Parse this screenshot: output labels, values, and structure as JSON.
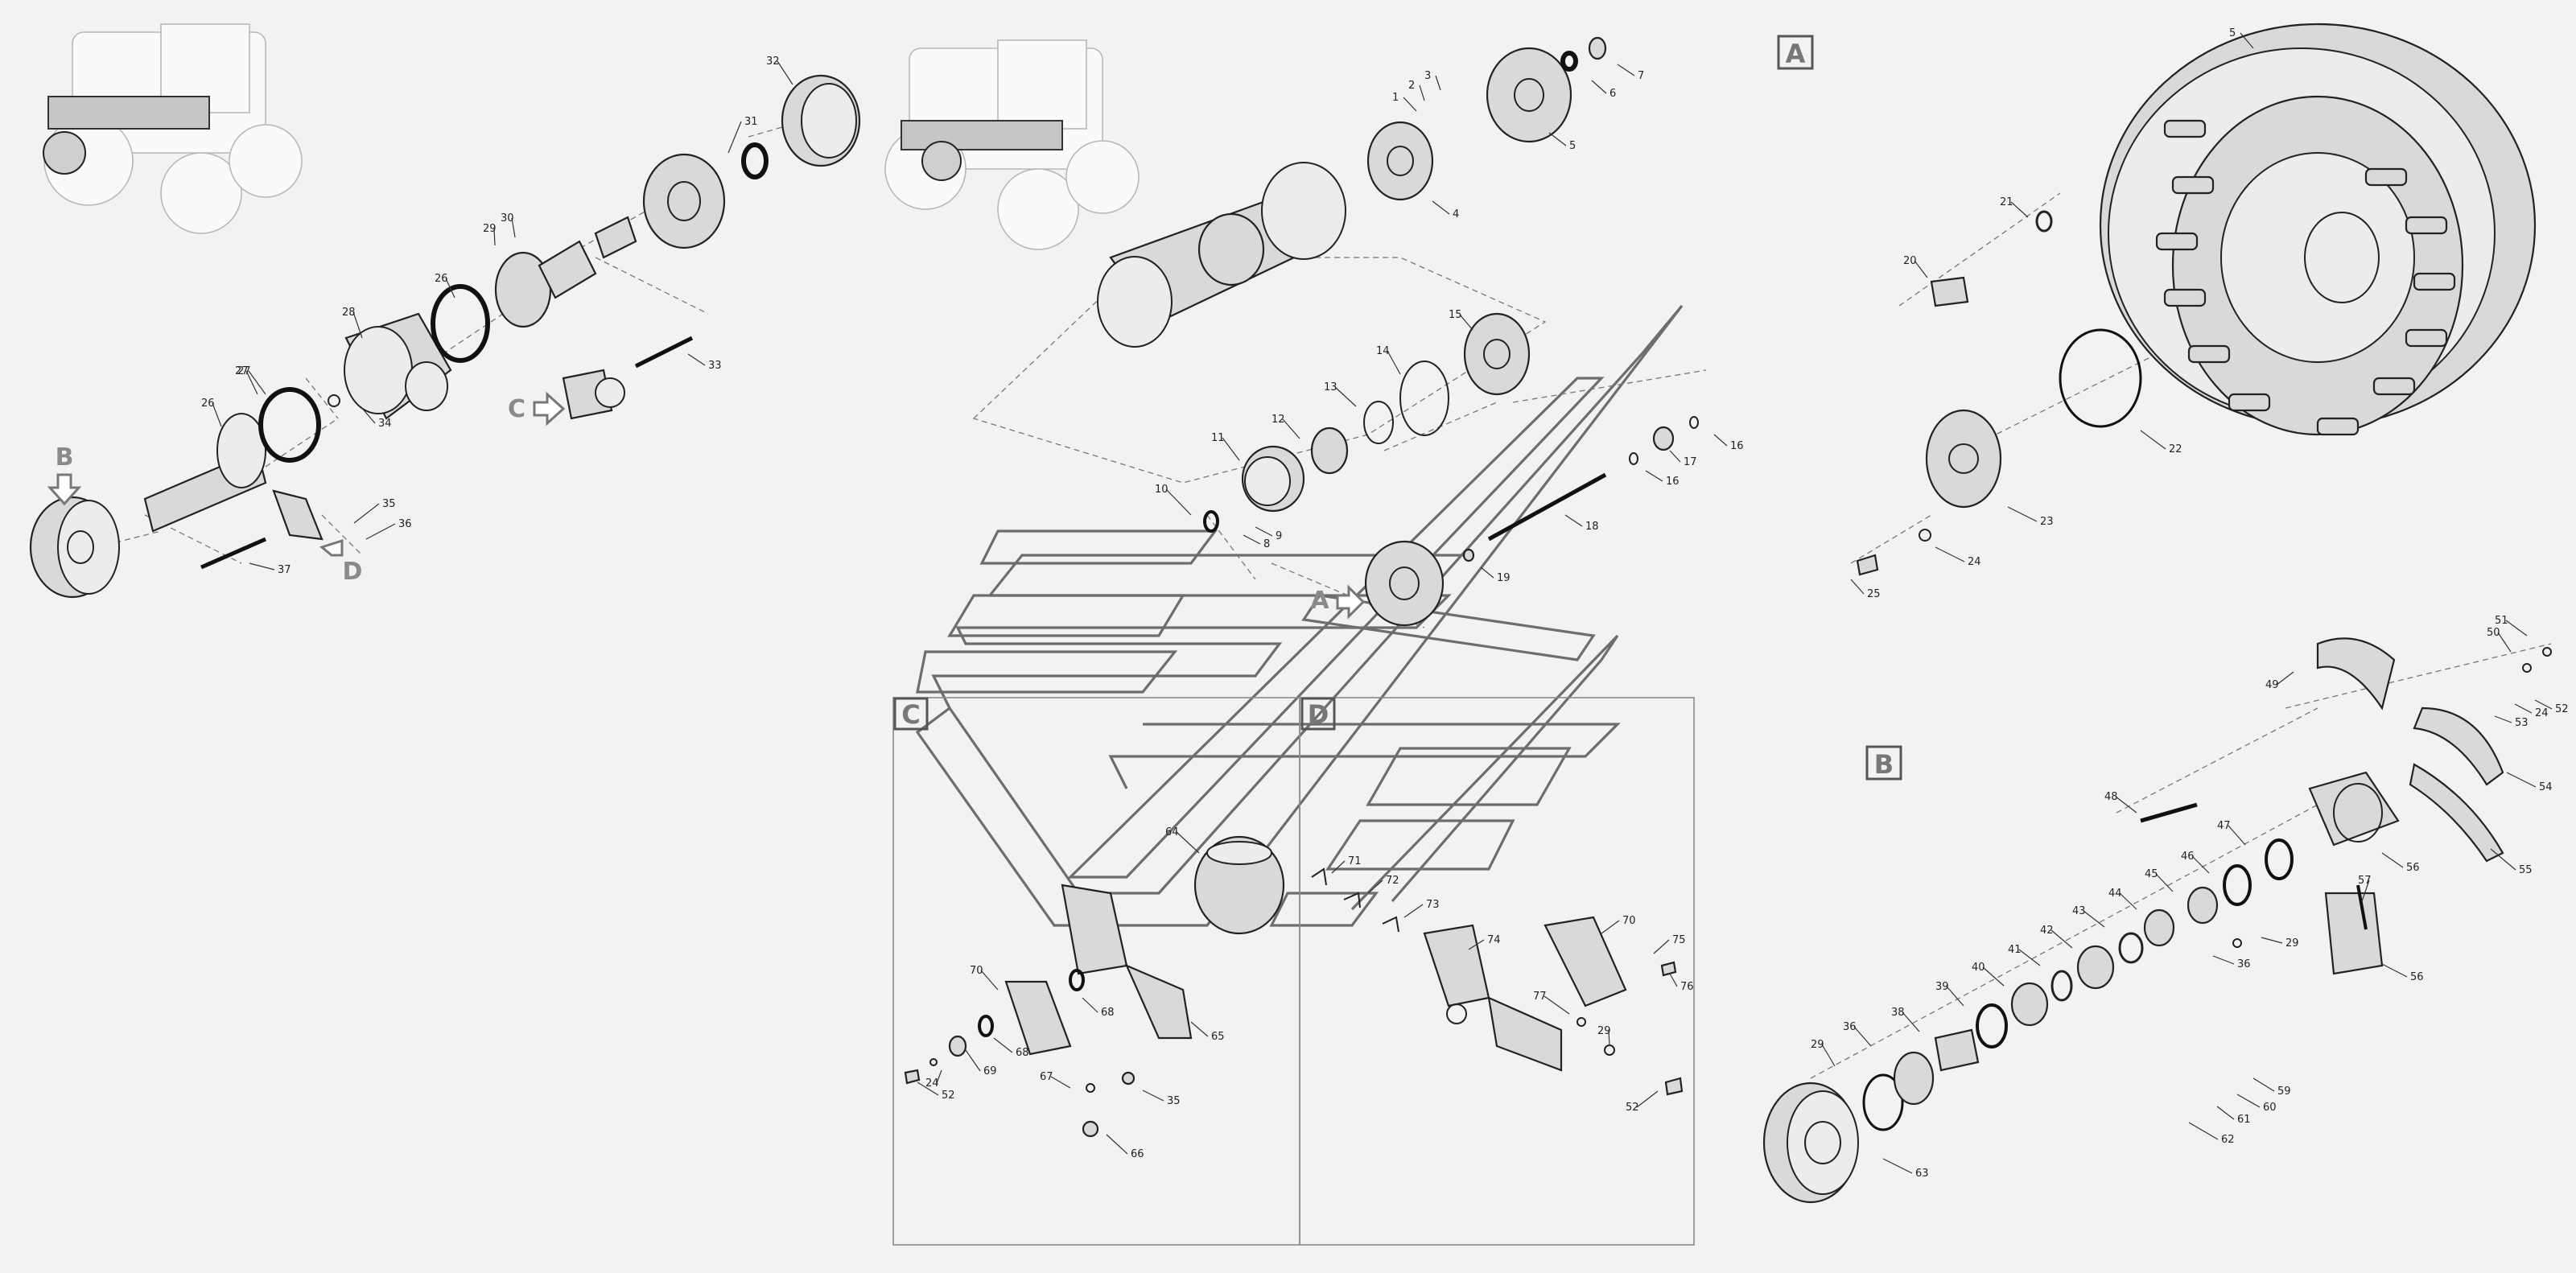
{
  "view_labels": {
    "A": "A",
    "B": "B",
    "C": "C",
    "D": "D"
  },
  "callouts": {
    "top_left": [
      "26",
      "27",
      "28",
      "29",
      "30",
      "31",
      "32",
      "33",
      "34",
      "35",
      "36",
      "37",
      "26",
      "27"
    ],
    "top_middle": [
      "1",
      "2",
      "3",
      "4",
      "5",
      "6",
      "7",
      "8",
      "9",
      "10",
      "11",
      "12",
      "13",
      "14",
      "15",
      "16",
      "16",
      "17",
      "18",
      "19"
    ],
    "view_a": [
      "5",
      "20",
      "21",
      "22",
      "23",
      "24",
      "25"
    ],
    "view_b": [
      "29",
      "36",
      "38",
      "39",
      "40",
      "41",
      "42",
      "43",
      "44",
      "45",
      "46",
      "47",
      "48",
      "49",
      "50",
      "51",
      "52",
      "24",
      "53",
      "54",
      "55",
      "56",
      "56",
      "57",
      "29",
      "36",
      "59",
      "60",
      "61",
      "62",
      "63"
    ],
    "view_c": [
      "64",
      "65",
      "66",
      "67",
      "68",
      "68",
      "69",
      "70",
      "24",
      "52",
      "35"
    ],
    "view_d": [
      "70",
      "71",
      "72",
      "73",
      "74",
      "75",
      "76",
      "77",
      "29",
      "52"
    ]
  },
  "colors": {
    "background": "#f2f3f1",
    "line": "#222222",
    "part_fill": "#d9d9d9",
    "watermark": "#6d6d6d",
    "view_letter": "#8a8a8a"
  },
  "icons": [
    "arrow-b-icon",
    "arrow-c-icon",
    "arrow-d-icon",
    "arrow-a-icon",
    "tractor-sketch-icon",
    "logo-watermark-icon"
  ]
}
